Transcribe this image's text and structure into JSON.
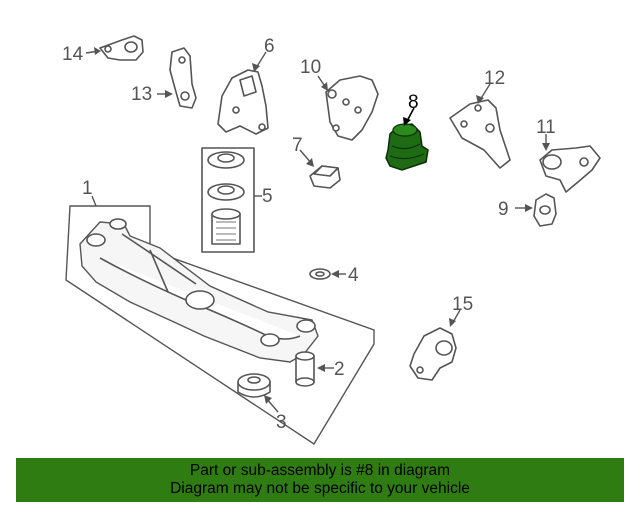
{
  "colors": {
    "highlight_part": "#1e6b14",
    "banner_bg": "#2f7d12",
    "line": "#555555"
  },
  "callouts": {
    "c1": "1",
    "c2": "2",
    "c3": "3",
    "c4": "4",
    "c5": "5",
    "c6": "6",
    "c7": "7",
    "c8": "8",
    "c9": "9",
    "c10": "10",
    "c11": "11",
    "c12": "12",
    "c13": "13",
    "c14": "14",
    "c15": "15"
  },
  "banner": {
    "line1": "Part or sub-assembly is #8 in diagram",
    "line2": "Diagram may not be specific to your vehicle"
  }
}
